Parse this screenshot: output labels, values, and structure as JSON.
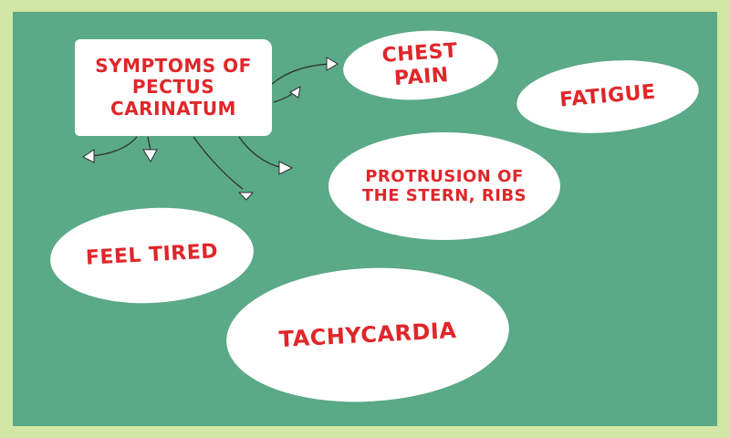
{
  "diagram": {
    "title": "SYMPTOMS OF PECTUS CARINATUM",
    "symptoms": [
      {
        "id": "chest-pain",
        "label": "CHEST PAIN"
      },
      {
        "id": "fatigue",
        "label": "FATIGUE"
      },
      {
        "id": "protrusion",
        "label": "PROTRUSION OF THE STERN, RIBS"
      },
      {
        "id": "feel-tired",
        "label": "FEEL TIRED"
      },
      {
        "id": "tachycardia",
        "label": "TACHYCARDIA"
      }
    ]
  },
  "colors": {
    "frame": "#d2e6a6",
    "background": "#5aa987",
    "bubble": "#ffffff",
    "text": "#e0262a",
    "connector": "#2c2c2c"
  }
}
